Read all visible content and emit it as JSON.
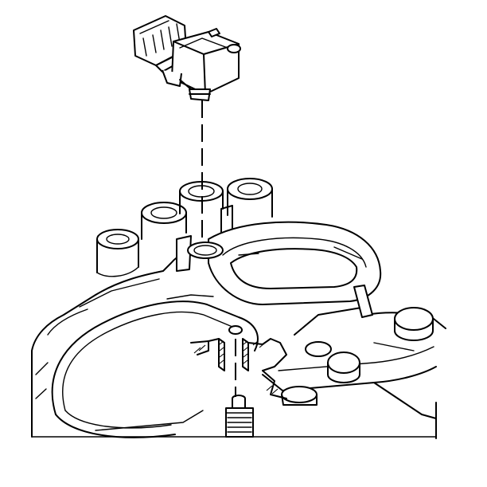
{
  "diagram": {
    "components": [
      "sensor",
      "intake-manifold",
      "port-fitting",
      "fastener-bosses",
      "alignment-guide"
    ],
    "colors": {
      "line": "#000000",
      "background": "#ffffff"
    }
  }
}
